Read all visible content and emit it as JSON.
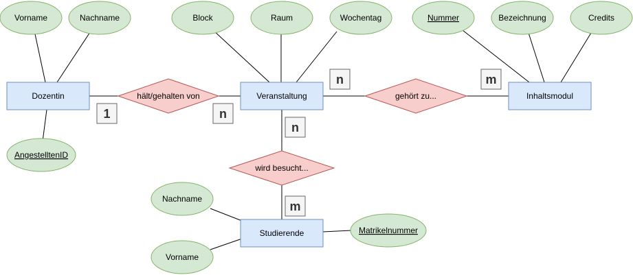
{
  "entities": {
    "dozentin": "Dozentin",
    "veranstaltung": "Veranstaltung",
    "inhaltsmodul": "Inhaltsmodul",
    "studierende": "Studierende"
  },
  "relationships": {
    "gehalten": "hält/gehalten von",
    "gehoert": "gehört zu...",
    "besucht": "wird besucht..."
  },
  "attributes": {
    "dozentin_vorname": "Vorname",
    "dozentin_nachname": "Nachname",
    "dozentin_id": "AngestelltenID",
    "block": "Block",
    "raum": "Raum",
    "wochentag": "Wochentag",
    "nummer": "Nummer",
    "bezeichnung": "Bezeichnung",
    "credits": "Credits",
    "stud_nachname": "Nachname",
    "stud_vorname": "Vorname",
    "matrikelnummer": "Matrikelnummer"
  },
  "cardinalities": {
    "dozentin_side": "1",
    "veranstaltung_gehalten_side": "n",
    "veranstaltung_gehoert_side": "n",
    "inhaltsmodul_side": "m",
    "veranstaltung_besucht_side": "n",
    "studierende_side": "m"
  },
  "colors": {
    "entity_fill": "#dae8fc",
    "entity_stroke": "#6c8ebf",
    "attribute_fill": "#d5e8d4",
    "attribute_stroke": "#82b366",
    "relationship_fill": "#f8cecc",
    "relationship_stroke": "#b85450",
    "cardinality_fill": "#f5f5f5"
  }
}
